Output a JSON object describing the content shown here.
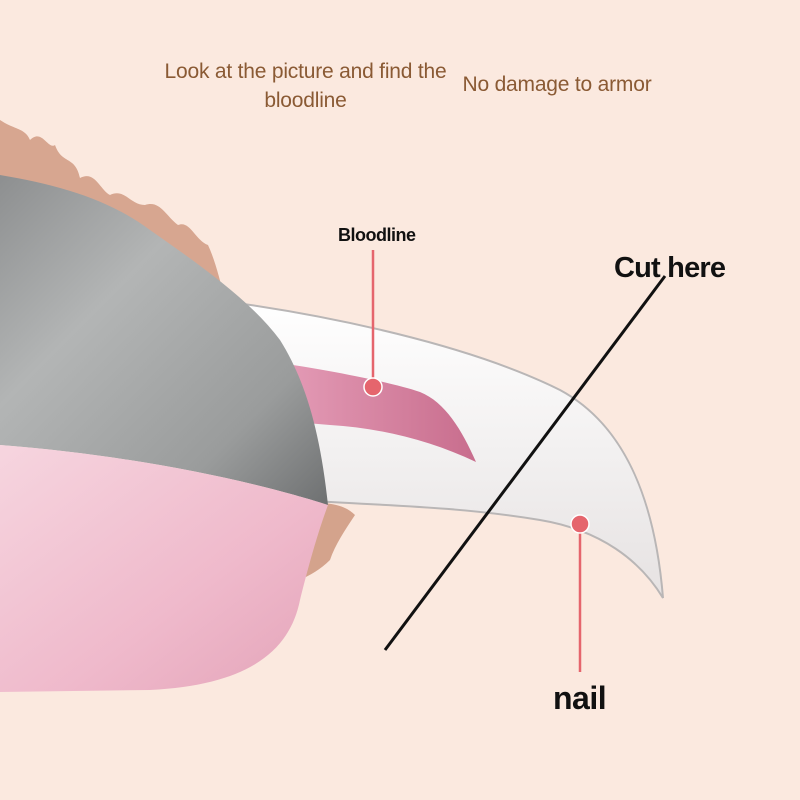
{
  "texts": {
    "instruction": "Look at the picture and find the bloodline",
    "caption": "No damage to armor",
    "bloodline_label": "Bloodline",
    "cut_label": "Cut here",
    "nail_label": "nail"
  },
  "colors": {
    "background": "#fbe9df",
    "heading_text": "#8a5a34",
    "fur": "#d7a690",
    "toe_gray": "#97999a",
    "paw_pad_pink": "#f0bccd",
    "nail": "#f3efef",
    "quick": "#d57d9b",
    "pointer": "#e5656d",
    "cut_line": "#111111"
  },
  "icons": [
    "paw-illustration",
    "nail-illustration",
    "quick-illustration"
  ]
}
